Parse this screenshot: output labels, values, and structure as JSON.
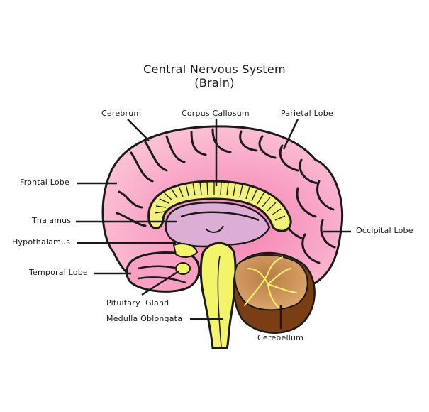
{
  "title": {
    "line1": "Central Nervous System",
    "line2": "(Brain)"
  },
  "labels": {
    "cerebrum": "Cerebrum",
    "corpus_callosum": "Corpus Callosum",
    "parietal_lobe": "Parietal Lobe",
    "frontal_lobe": "Frontal Lobe",
    "thalamus": "Thalamus",
    "hypothalamus": "Hypothalamus",
    "temporal_lobe": "Temporal Lobe",
    "occipital_lobe": "Occipital Lobe",
    "pituitary_gland": "Pituitary  Gland",
    "medulla_oblongata": "Medulla Oblongata",
    "cerebellum": "Cerebellum"
  },
  "colors": {
    "cortex": "#f7a8c6",
    "cortex_light": "#fbc3d6",
    "corpus_callosum": "#f2f27a",
    "thalamus": "#dcaed6",
    "brainstem": "#f4f46a",
    "cerebellum": "#c48a4a",
    "cerebellum_dark": "#7a3e12",
    "outline": "#1a1a1a"
  }
}
